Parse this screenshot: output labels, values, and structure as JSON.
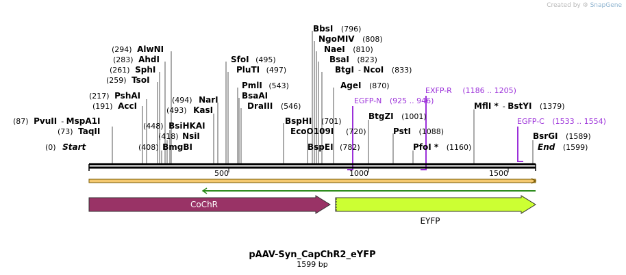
{
  "watermark": {
    "prefix": "Created by",
    "brand": "SnapGene"
  },
  "map": {
    "name": "pAAV-Syn_CapChR2_eYFP",
    "length_label": "1599 bp",
    "ruler_ticks": [
      "500",
      "1000",
      "1500"
    ],
    "features": [
      {
        "name": "CoChR",
        "color": "#993366"
      },
      {
        "name": "EYFP",
        "color": "#ccff33"
      }
    ],
    "labels": [
      {
        "pos": "(0)",
        "name": "Start"
      },
      {
        "pos": "(73)",
        "name": "TaqII"
      },
      {
        "pos": "(87)",
        "name": "PvuII",
        "extra": "MspA1I"
      },
      {
        "pos": "(191)",
        "name": "AccI"
      },
      {
        "pos": "(217)",
        "name": "PshAI"
      },
      {
        "pos": "(259)",
        "name": "TsoI"
      },
      {
        "pos": "(261)",
        "name": "SphI"
      },
      {
        "pos": "(283)",
        "name": "AhdI"
      },
      {
        "pos": "(294)",
        "name": "AlwNI"
      },
      {
        "pos": "(408)",
        "name": "BmgBI"
      },
      {
        "pos": "(418)",
        "name": "NsiI"
      },
      {
        "pos": "(448)",
        "name": "BsiHKAI"
      },
      {
        "pos": "(493)",
        "name": "KasI"
      },
      {
        "pos": "(494)",
        "name": "NarI"
      },
      {
        "pos": "(495)",
        "name": "SfoI"
      },
      {
        "pos": "(497)",
        "name": "PluTI"
      },
      {
        "pos": "(543)",
        "name": "PmlI"
      },
      {
        "pos": "(546)",
        "name": "BsaAI"
      },
      {
        "pos": "",
        "name": "DraIII"
      },
      {
        "pos": "(701)",
        "name": "BspHI"
      },
      {
        "pos": "(720)",
        "name": "EcoO109I"
      },
      {
        "pos": "(782)",
        "name": "BspEI"
      },
      {
        "pos": "(796)",
        "name": "BbsI"
      },
      {
        "pos": "(808)",
        "name": "NgoMIV"
      },
      {
        "pos": "(810)",
        "name": "NaeI"
      },
      {
        "pos": "(823)",
        "name": "BsaI"
      },
      {
        "pos": "(833)",
        "name": "BtgI",
        "extra": "NcoI"
      },
      {
        "pos": "(870)",
        "name": "AgeI"
      },
      {
        "pos": "(1001)",
        "name": "BtgZI"
      },
      {
        "pos": "(1088)",
        "name": "PstI"
      },
      {
        "pos": "(1160)",
        "name": "PfoI *"
      },
      {
        "pos": "(1379)",
        "name": "MflI *",
        "extra": "BstYI"
      },
      {
        "pos": "(1589)",
        "name": "BsrGI"
      },
      {
        "pos": "(1599)",
        "name": "End"
      }
    ],
    "primers": [
      {
        "name": "EGFP-N",
        "range": "(925 .. 946)"
      },
      {
        "name": "EXFP-R",
        "range": "(1186 .. 1205)"
      },
      {
        "name": "EGFP-C",
        "range": "(1533 .. 1554)"
      }
    ]
  }
}
